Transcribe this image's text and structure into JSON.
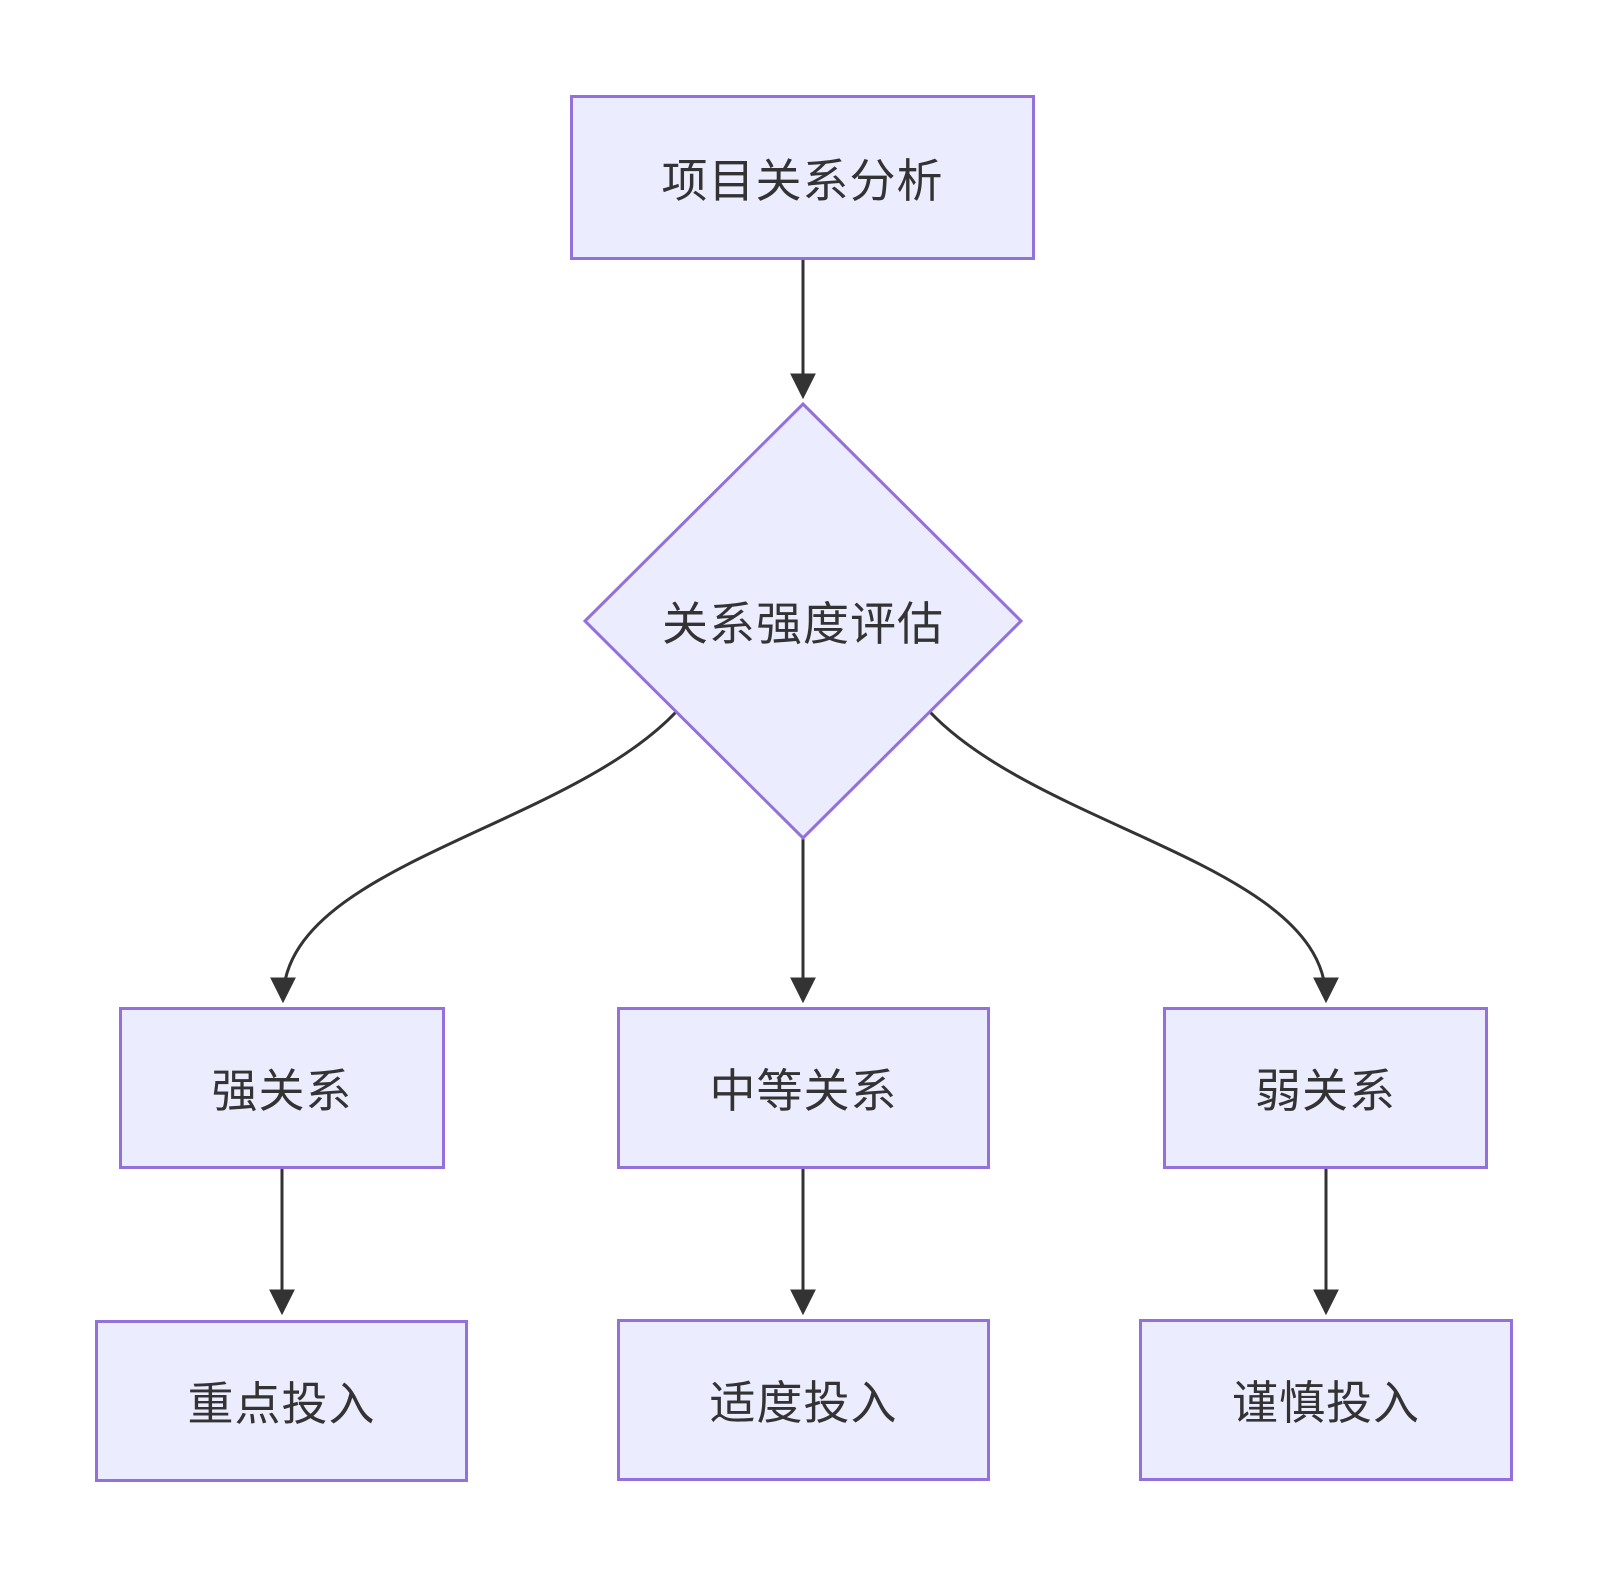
{
  "theme": {
    "canvas_bg": "#ffffff",
    "node_fill": "#ECECFF",
    "node_stroke": "#9370DB",
    "edge_stroke": "#333333",
    "label_color": "#333333"
  },
  "nodes": {
    "root": {
      "label": "项目关系分析",
      "shape": "rect"
    },
    "decision": {
      "label": "关系强度评估",
      "shape": "diamond"
    },
    "strong": {
      "label": "强关系",
      "shape": "rect"
    },
    "medium": {
      "label": "中等关系",
      "shape": "rect"
    },
    "weak": {
      "label": "弱关系",
      "shape": "rect"
    },
    "invest_key": {
      "label": "重点投入",
      "shape": "rect"
    },
    "invest_moderate": {
      "label": "适度投入",
      "shape": "rect"
    },
    "invest_cautious": {
      "label": "谨慎投入",
      "shape": "rect"
    }
  },
  "edges": [
    {
      "from": "root",
      "to": "decision",
      "arrow": true
    },
    {
      "from": "decision",
      "to": "strong",
      "arrow": true
    },
    {
      "from": "decision",
      "to": "medium",
      "arrow": true
    },
    {
      "from": "decision",
      "to": "weak",
      "arrow": true
    },
    {
      "from": "strong",
      "to": "invest_key",
      "arrow": true
    },
    {
      "from": "medium",
      "to": "invest_moderate",
      "arrow": true
    },
    {
      "from": "weak",
      "to": "invest_cautious",
      "arrow": true
    }
  ]
}
